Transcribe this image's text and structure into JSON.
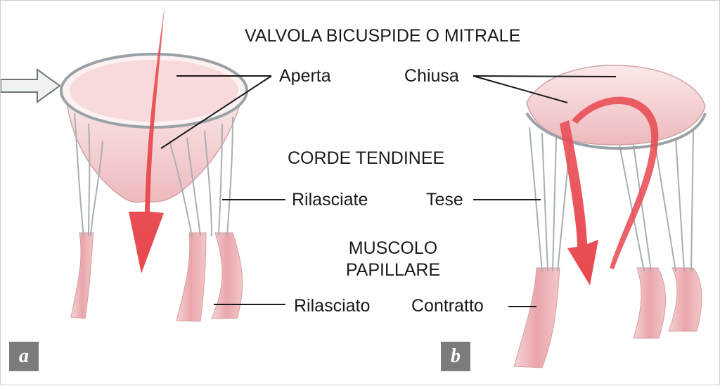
{
  "title": "VALVOLA BICUSPIDE O MITRALE",
  "labels": {
    "aperta": "Aperta",
    "chiusa": "Chiusa",
    "corde_tendinee": "CORDE TENDINEE",
    "rilasciate": "Rilasciate",
    "tese": "Tese",
    "muscolo_line1": "MUSCOLO",
    "muscolo_line2": "PAPILLARE",
    "rilasciato": "Rilasciato",
    "contratto": "Contratto"
  },
  "panels": {
    "a": "a",
    "b": "b"
  },
  "colors": {
    "arrow_red": "#e8484e",
    "tissue_pink": "#f2c3c6",
    "tissue_light": "#fbe6e6",
    "ring_gray": "#9aa2a8",
    "badge_gray": "#7c7c7c",
    "inflow_arrow": "#eef2f2"
  }
}
